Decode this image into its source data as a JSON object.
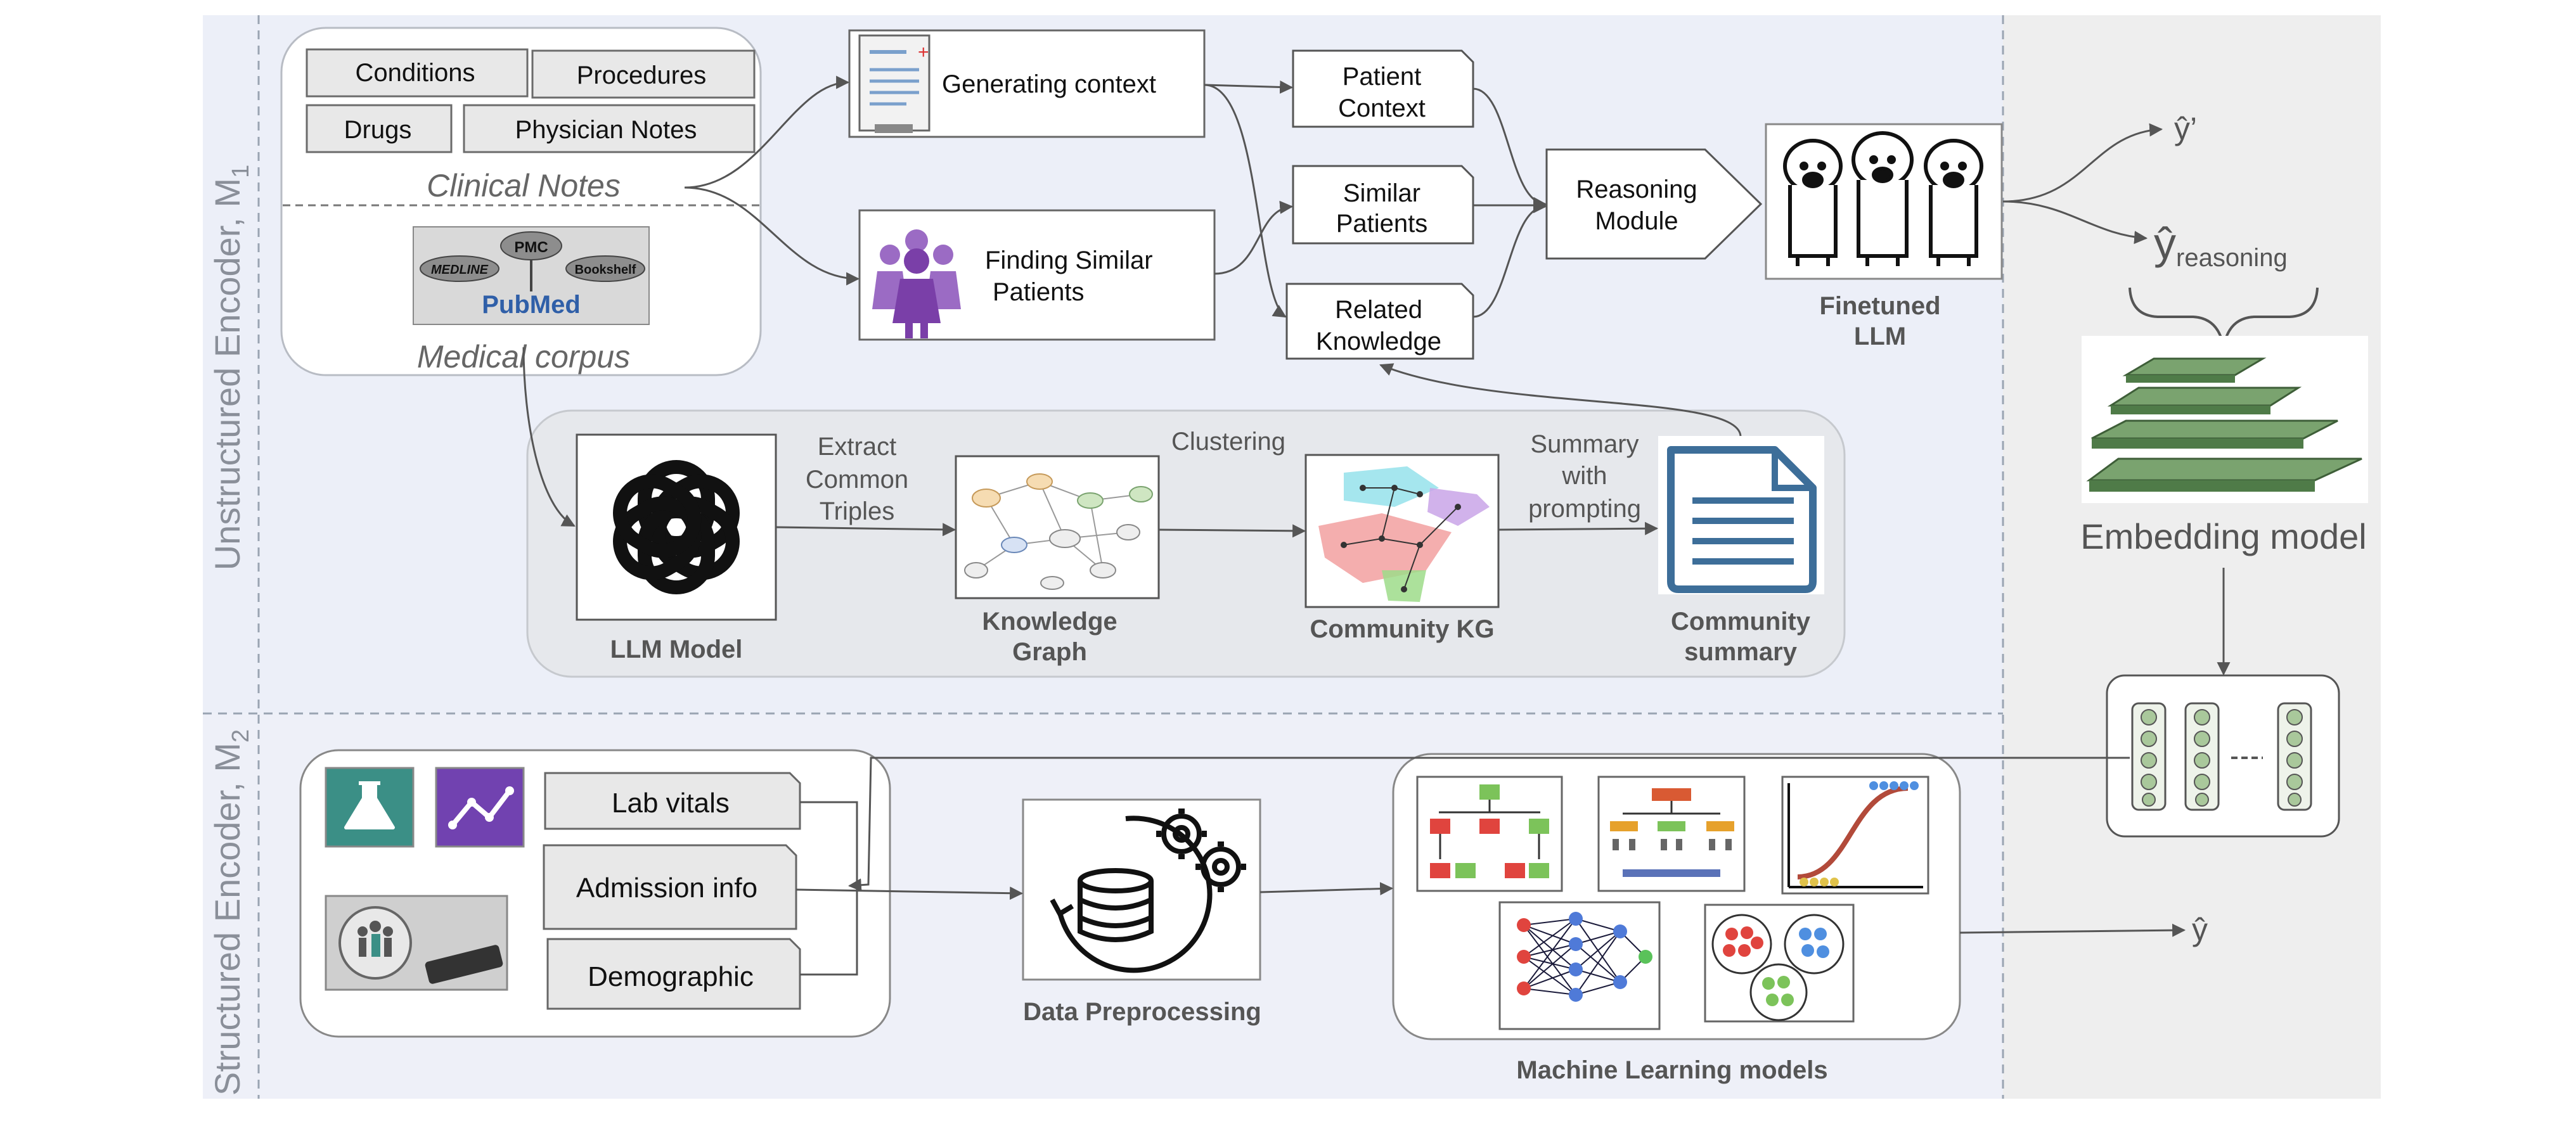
{
  "sections": {
    "unstructured_label": "Unstructured Encoder, M",
    "unstructured_sub": "1",
    "structured_label": "Structured Encoder, M",
    "structured_sub": "2"
  },
  "clinical_notes": {
    "items": [
      "Conditions",
      "Procedures",
      "Drugs",
      "Physician Notes"
    ],
    "title": "Clinical Notes"
  },
  "medical_corpus": {
    "title": "Medical corpus",
    "logo": {
      "pmc": "PMC",
      "medline": "MEDLINE",
      "bookshelf": "Bookshelf",
      "pubmed": "PubMed"
    }
  },
  "top_flow": {
    "generating_context": "Generating context",
    "finding_similar_line1": "Finding Similar",
    "finding_similar_line2": "Patients",
    "patient_context_line1": "Patient",
    "patient_context_line2": "Context",
    "similar_patients_line1": "Similar",
    "similar_patients_line2": "Patients",
    "related_knowledge_line1": "Related",
    "related_knowledge_line2": "Knowledge",
    "reasoning_line1": "Reasoning",
    "reasoning_line2": "Module",
    "finetuned_line1": "Finetuned",
    "finetuned_line2": "LLM"
  },
  "kg_flow": {
    "llm_model": "LLM Model",
    "extract_line1": "Extract",
    "extract_line2": "Common",
    "extract_line3": "Triples",
    "kg_line1": "Knowledge",
    "kg_line2": "Graph",
    "clustering": "Clustering",
    "community_kg": "Community KG",
    "summary_line1": "Summary",
    "summary_line2": "with",
    "summary_line3": "prompting",
    "community_summary_line1": "Community",
    "community_summary_line2": "summary"
  },
  "outputs": {
    "y_prime": "ŷ’",
    "y_reasoning_main": "ŷ",
    "y_reasoning_sub": "reasoning",
    "y_hat": "ŷ"
  },
  "embedding_model": "Embedding model",
  "structured": {
    "lab_vitals": "Lab vitals",
    "admission_info": "Admission info",
    "demographic": "Demographic",
    "data_preprocessing": "Data Preprocessing",
    "ml_models": "Machine Learning models"
  },
  "colors": {
    "unstructured_bg": "#eceff8",
    "structured_bg": "#eef0f8",
    "right_panel_bg": "#eeeeee",
    "kg_panel_bg": "#e6e8ec",
    "green_layer": "#6f9a66",
    "purple": "#8e5ab8",
    "teal": "#3b8f86"
  }
}
